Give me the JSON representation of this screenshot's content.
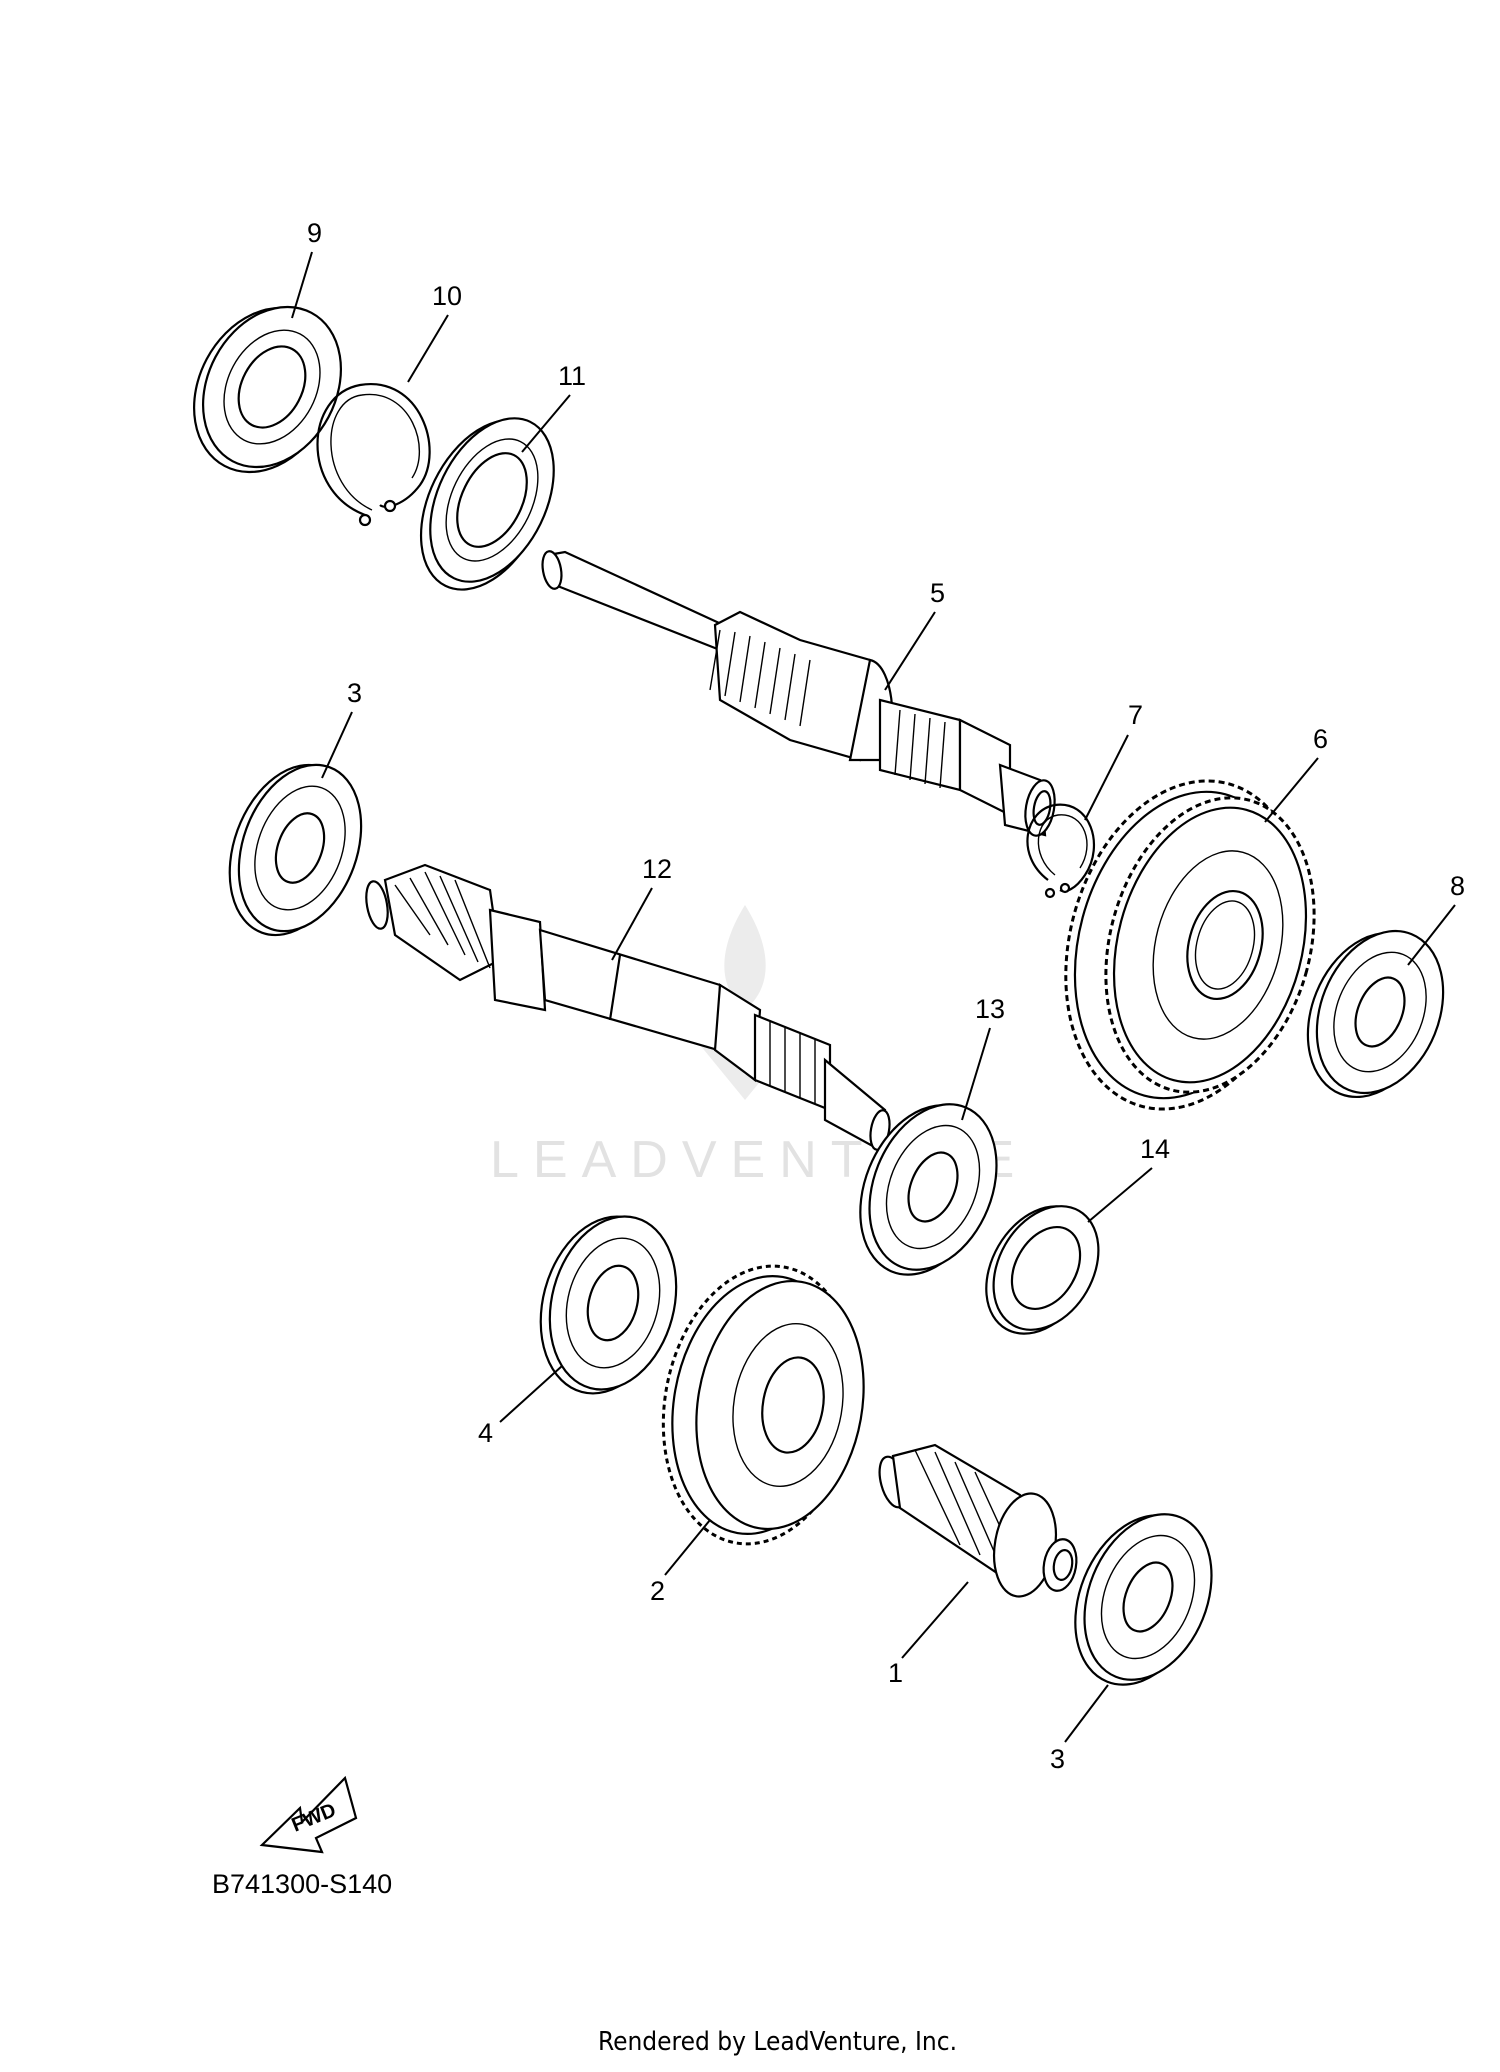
{
  "diagram": {
    "callouts": [
      "9",
      "10",
      "11",
      "5",
      "3",
      "7",
      "6",
      "12",
      "8",
      "13",
      "14",
      "4",
      "2",
      "1",
      "3"
    ],
    "fwd_label": "FWD",
    "diagram_code": "B741300-S140",
    "watermark": "LEADVENTURE",
    "credit": "Rendered by LeadVenture, Inc."
  }
}
